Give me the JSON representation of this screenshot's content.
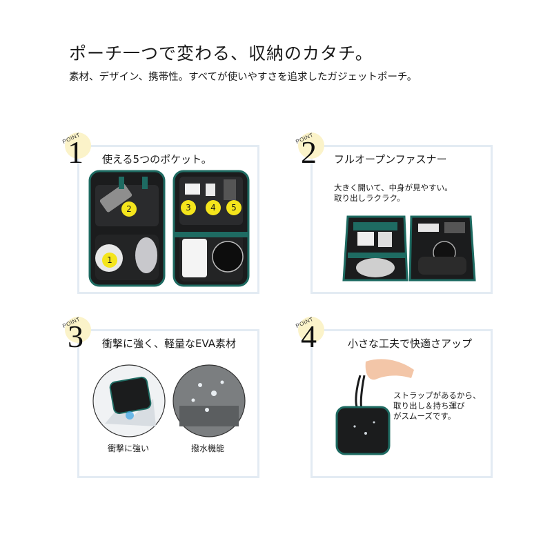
{
  "header": {
    "title": "ポーチ一つで変わる、収納のカタチ。",
    "subtitle": "素材、デザイン、携帯性。すべてが使いやすさを追求したガジェットポーチ。"
  },
  "badge_label": "POINT",
  "points": [
    {
      "number": "1",
      "title": "使える5つのポケット。",
      "pocket_labels": [
        "1",
        "2",
        "3",
        "4",
        "5"
      ]
    },
    {
      "number": "2",
      "title": "フルオープンファスナー",
      "note_lines": [
        "大きく開いて、中身が見やすい。",
        "取り出しラクラク。"
      ]
    },
    {
      "number": "3",
      "title": "衝撃に強く、軽量なEVA素材",
      "captions": [
        "衝撃に強い",
        "撥水機能"
      ]
    },
    {
      "number": "4",
      "title": "小さな工夫で快適さアップ",
      "note_lines": [
        "ストラップがあるから、",
        "取り出し＆持ち運び",
        "がスムーズです。"
      ]
    }
  ],
  "colors": {
    "accent_teal": "#1e6b62",
    "case_black": "#1b1c1d",
    "label_yellow": "#f4e51c",
    "panel_border": "#e3ebf3",
    "badge_blob": "#fbf3c9"
  }
}
